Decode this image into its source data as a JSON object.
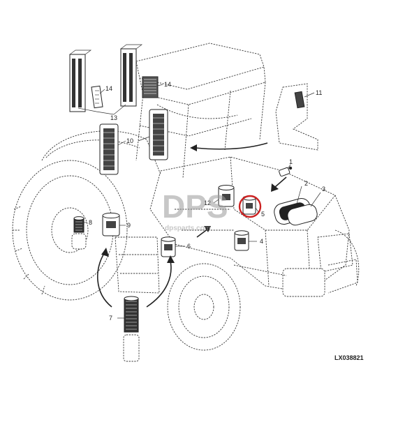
{
  "figure_code": "LX038821",
  "watermark": {
    "letters": "DPS",
    "line": "dpsparts.com",
    "color": "#9a9a9a"
  },
  "highlight_color": "#cc2222",
  "callouts": [
    "1",
    "2",
    "3",
    "4",
    "5",
    "6",
    "7",
    "8",
    "9",
    "10",
    "11",
    "12",
    "13",
    "14",
    "14"
  ]
}
